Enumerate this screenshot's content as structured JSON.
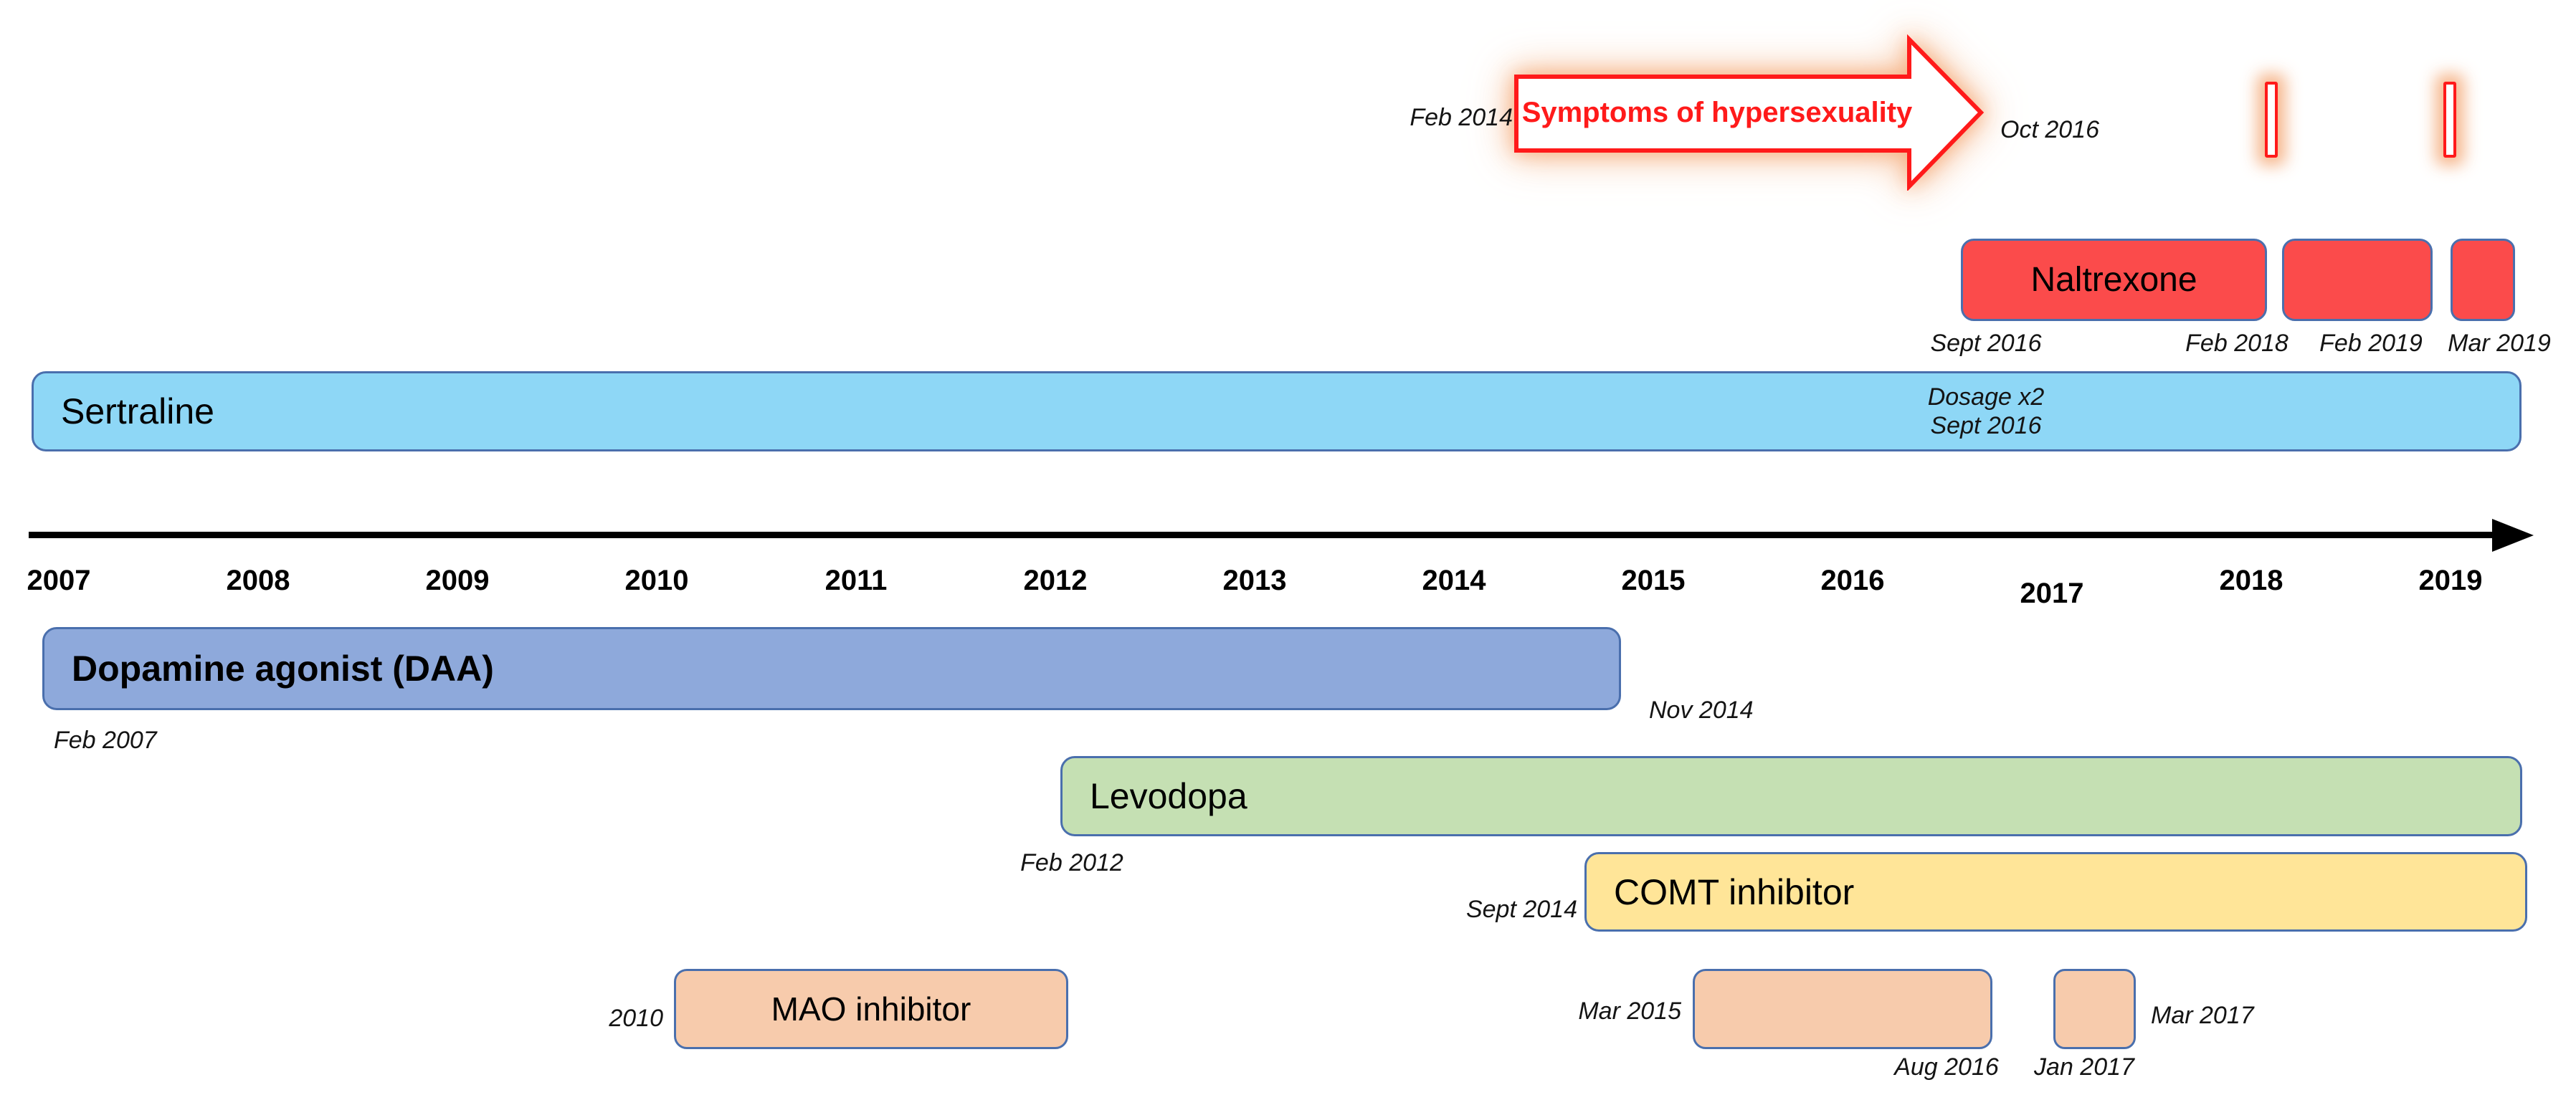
{
  "palette": {
    "red_fill": "#fb4b4b",
    "sky_fill": "#8ed7f6",
    "periwinkle_fill": "#8ea9db",
    "green_fill": "#c5e0b3",
    "gold_fill": "#ffe598",
    "peach_fill": "#f7cbac",
    "bar_border": "#4a6fad",
    "arrow_red": "#ff1a1a",
    "glow_orange": "#f5b183"
  },
  "symptom_arrow": {
    "text": "Symptoms of hypersexuality",
    "start_date": "Feb 2014",
    "end_date": "Oct 2016"
  },
  "naltrexone": {
    "label": "Naltrexone",
    "date_labels": [
      "Sept 2016",
      "Feb 2018",
      "Feb 2019",
      "Mar 2019"
    ]
  },
  "sertraline": {
    "label": "Sertraline",
    "annotation": [
      "Dosage x2",
      "Sept 2016"
    ]
  },
  "axis": {
    "years": [
      "2007",
      "2008",
      "2009",
      "2010",
      "2011",
      "2012",
      "2013",
      "2014",
      "2015",
      "2016",
      "2017",
      "2018",
      "2019"
    ]
  },
  "daa": {
    "label": "Dopamine agonist (DAA)",
    "start_date": "Feb 2007",
    "end_date": "Nov 2014"
  },
  "levodopa": {
    "label": "Levodopa",
    "start_date": "Feb 2012"
  },
  "comt": {
    "label": "COMT inhibitor",
    "start_date": "Sept 2014"
  },
  "mao": {
    "label": "MAO inhibitor",
    "first_period_start": "2010",
    "second_period_start": "Mar 2015",
    "second_period_end": "Aug 2016",
    "third_period_start": "Jan 2017",
    "third_period_end": "Mar 2017"
  }
}
